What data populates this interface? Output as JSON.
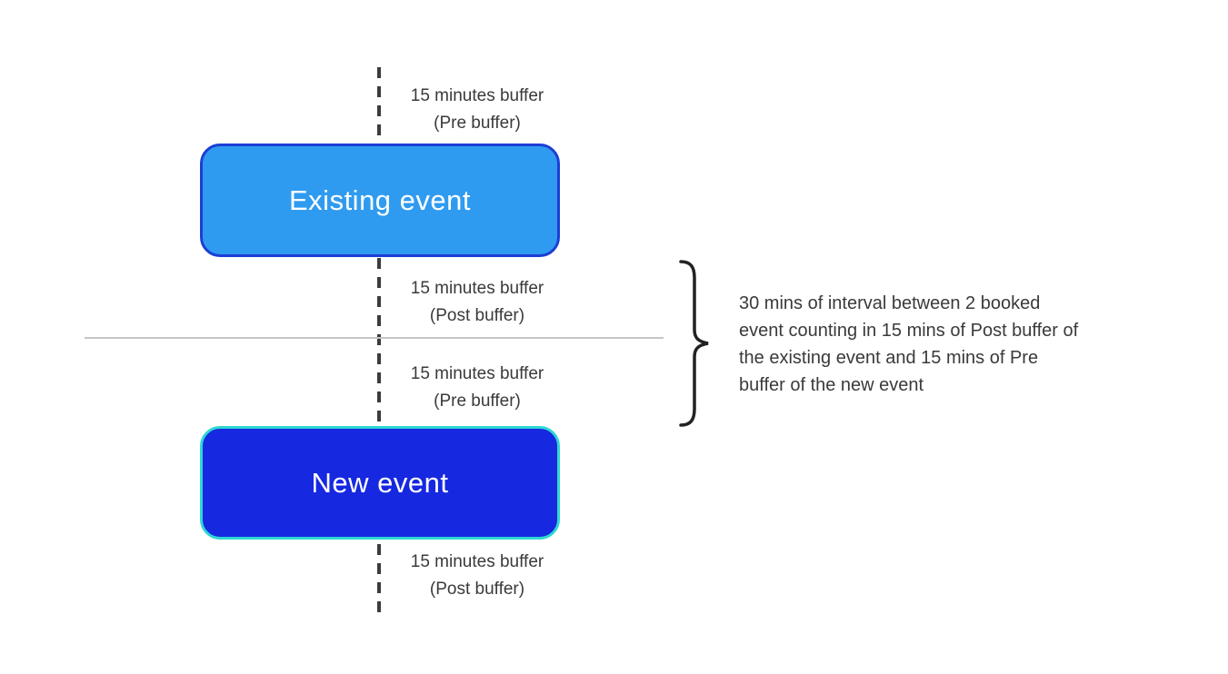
{
  "timeline": {
    "buffer_labels": [
      {
        "id": "pre-existing",
        "line1": "15 minutes buffer",
        "line2": "(Pre buffer)"
      },
      {
        "id": "post-existing",
        "line1": "15 minutes buffer",
        "line2": "(Post buffer)"
      },
      {
        "id": "pre-new",
        "line1": "15 minutes buffer",
        "line2": "(Pre buffer)"
      },
      {
        "id": "post-new",
        "line1": "15 minutes buffer",
        "line2": "(Post buffer)"
      }
    ],
    "events": {
      "existing": {
        "label": "Existing event",
        "fill": "#2F9BF0",
        "border": "#1C3ED6"
      },
      "new": {
        "label": "New event",
        "fill": "#1628E0",
        "border": "#2ED8D2"
      }
    }
  },
  "annotation": {
    "text": "30 mins of interval between 2 booked\nevent counting in 15 mins of Post buffer of\nthe existing event and 15 mins of Pre\nbuffer of the new event"
  },
  "colors": {
    "dash_line": "#3C3C3C",
    "divider": "#C5C5C5",
    "text": "#3A3A3A",
    "brace": "#222222",
    "event_text": "#FFFFFF"
  }
}
